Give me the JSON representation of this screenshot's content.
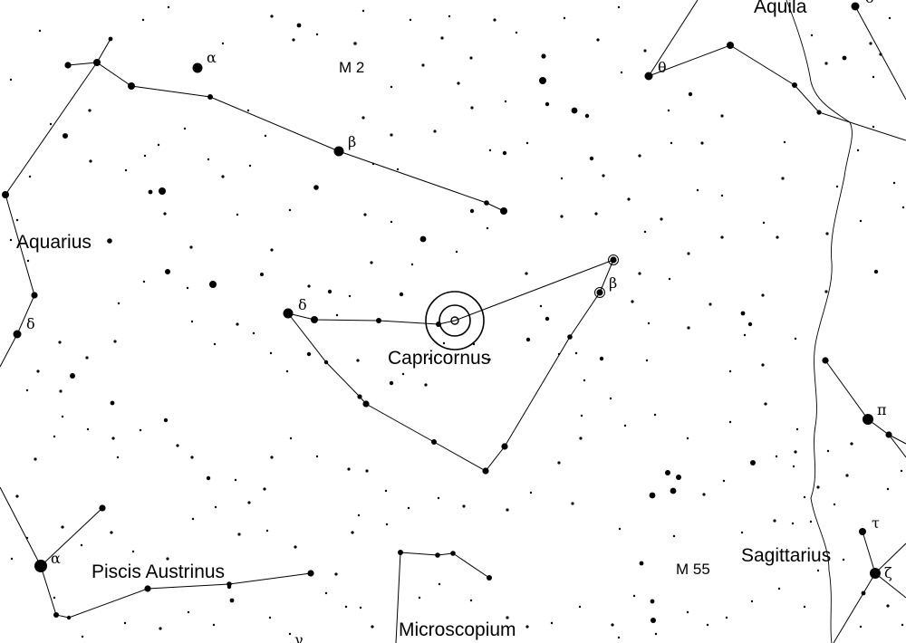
{
  "colors": {
    "background": "#ffffff",
    "ink": "#000000"
  },
  "constellations": {
    "aquila": "Aquila",
    "aquarius": "Aquarius",
    "capricornus": "Capricornus",
    "piscis_austrinus": "Piscis Austrinus",
    "microscopium": "Microscopium",
    "sagittarius": "Sagittarius"
  },
  "deep_sky": {
    "m2": "M 2",
    "m55": "M 55"
  },
  "greek": {
    "aqr_alpha": "α",
    "aqr_beta": "β",
    "aqr_delta": "δ",
    "cap_delta": "δ",
    "cap_beta": "β",
    "aql_theta": "θ",
    "aql_delta": "δ",
    "psa_alpha": "α",
    "sgr_pi": "π",
    "sgr_tau": "τ",
    "sgr_zeta": "ζ",
    "mic_gamma": "γ"
  },
  "target_marker": "circled-target-icon"
}
